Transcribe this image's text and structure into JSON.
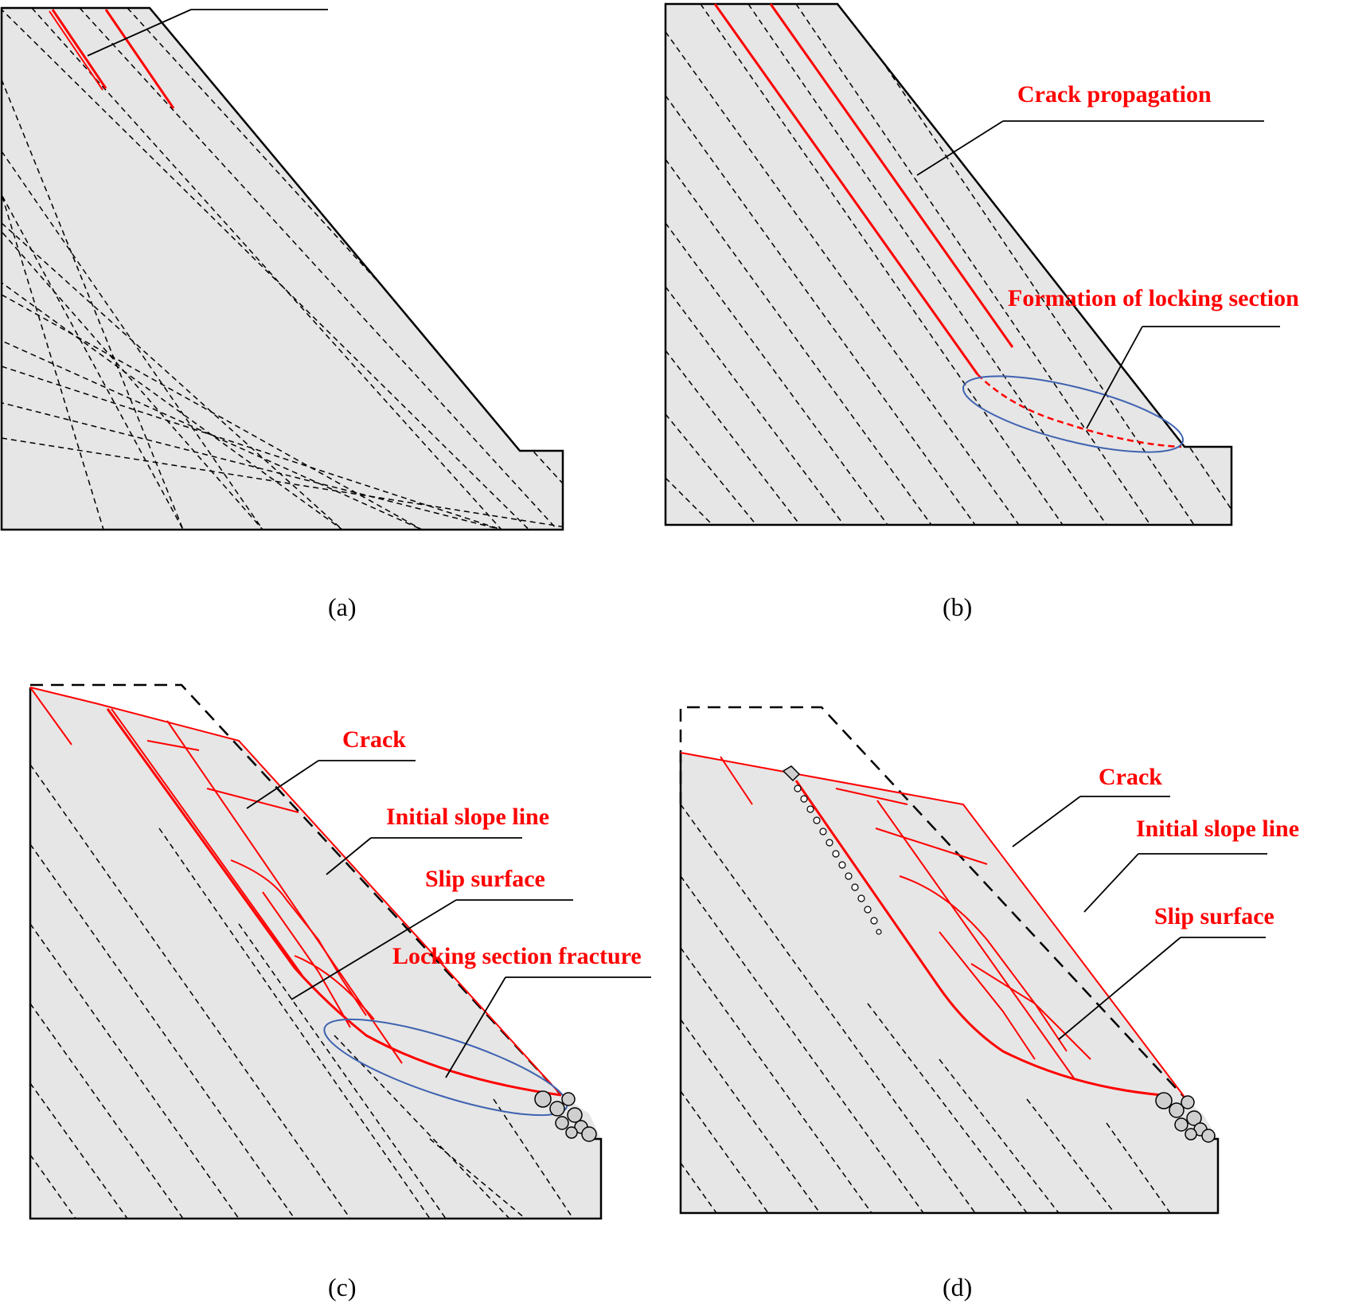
{
  "panels": [
    {
      "id": "a",
      "caption": "(a)",
      "labels": []
    },
    {
      "id": "b",
      "caption": "(b)",
      "labels": [
        "Crack propagation",
        "Formation of locking section"
      ]
    },
    {
      "id": "c",
      "caption": "(c)",
      "labels": [
        "Crack",
        "Initial slope line",
        "Slip surface",
        "Locking section fracture"
      ]
    },
    {
      "id": "d",
      "caption": "(d)",
      "labels": [
        "Crack",
        "Initial slope line",
        "Slip surface"
      ]
    }
  ],
  "colors": {
    "rock_mass": "#e6e6e6",
    "crack": "#ff0000",
    "locking_ellipse": "#3f63b0",
    "outline": "#000000"
  }
}
